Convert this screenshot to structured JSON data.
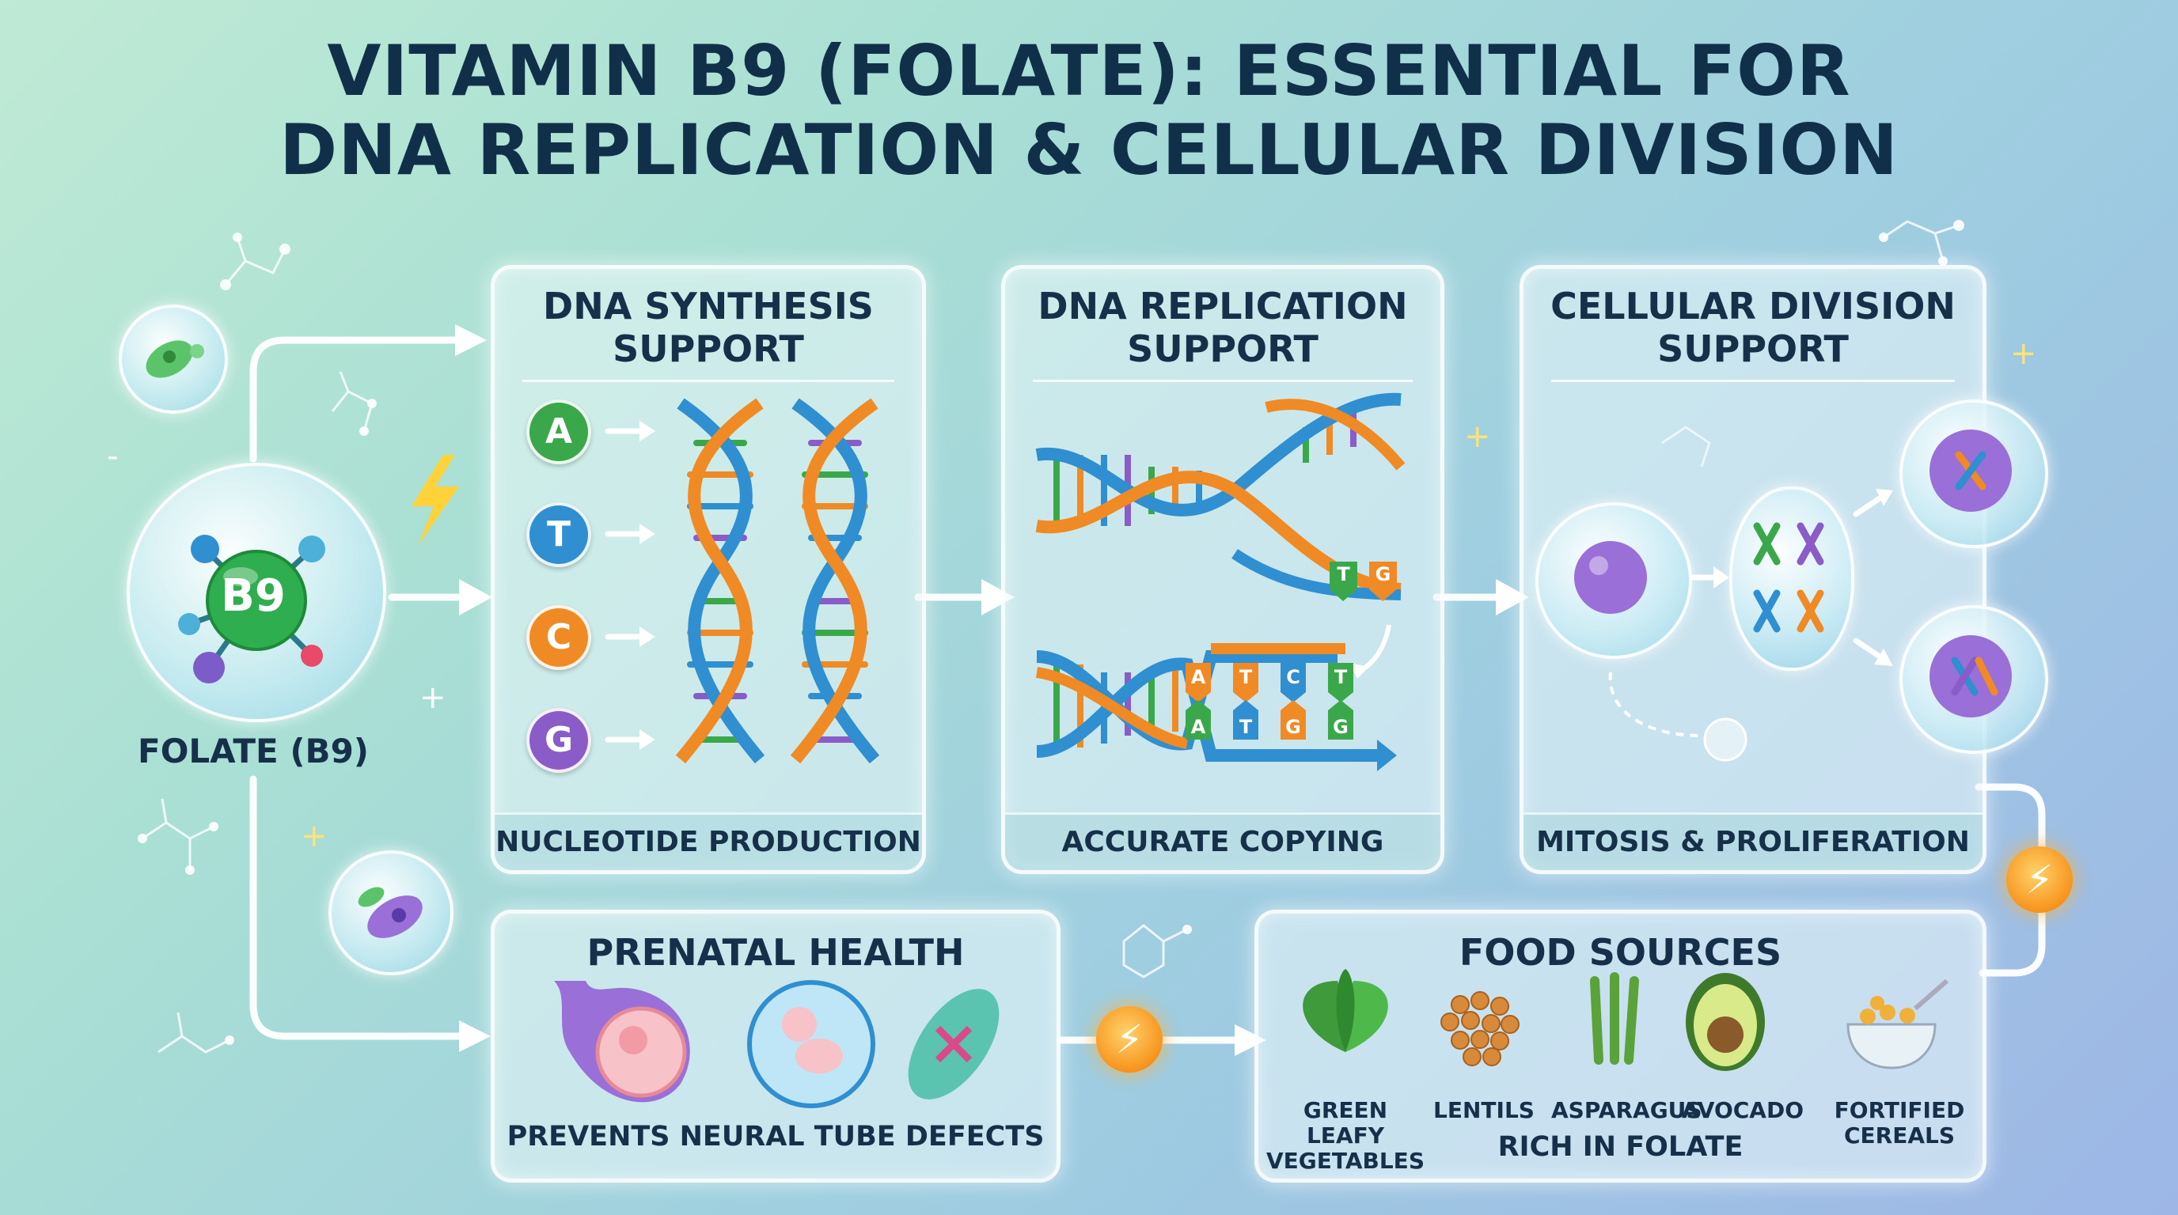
{
  "title": {
    "line1": "VITAMIN B9 (FOLATE): ESSENTIAL FOR",
    "line2": "DNA REPLICATION & CELLULAR DIVISION"
  },
  "folate": {
    "badge": "B9",
    "label": "FOLATE (B9)"
  },
  "panels": {
    "synthesis": {
      "title_line1": "DNA SYNTHESIS",
      "title_line2": "SUPPORT",
      "footer": "NUCLEOTIDE PRODUCTION",
      "nucleotides": [
        {
          "letter": "A",
          "color": "#3aa84a"
        },
        {
          "letter": "T",
          "color": "#2f8fd0"
        },
        {
          "letter": "C",
          "color": "#f08a24"
        },
        {
          "letter": "G",
          "color": "#8a5cc8"
        }
      ]
    },
    "replication": {
      "title_line1": "DNA REPLICATION",
      "title_line2": "SUPPORT",
      "footer": "ACCURATE COPYING",
      "top_bases": [
        "T",
        "G"
      ],
      "lower_top_bases": [
        "A",
        "T",
        "C",
        "T"
      ],
      "lower_bottom_bases": [
        "A",
        "T",
        "G",
        "G"
      ]
    },
    "division": {
      "title_line1": "CELLULAR DIVISION",
      "title_line2": "SUPPORT",
      "footer": "MITOSIS & PROLIFERATION"
    },
    "prenatal": {
      "title": "PRENATAL HEALTH",
      "footer": "PREVENTS NEURAL TUBE DEFECTS"
    },
    "food": {
      "title": "FOOD SOURCES",
      "footer": "RICH IN FOLATE",
      "items": [
        {
          "line1": "GREEN LEAFY",
          "line2": "VEGETABLES",
          "icon": "spinach-icon"
        },
        {
          "line1": "LENTILS",
          "line2": "",
          "icon": "lentils-icon"
        },
        {
          "line1": "ASPARAGUS",
          "line2": "",
          "icon": "asparagus-icon"
        },
        {
          "line1": "AVOCADO",
          "line2": "",
          "icon": "avocado-icon"
        },
        {
          "line1": "FORTIFIED",
          "line2": "CEREALS",
          "icon": "cereal-bowl-icon"
        }
      ]
    }
  },
  "colors": {
    "title": "#10304a",
    "b9_green": "#2fae4f",
    "bolt_orange": "#f7941d",
    "strand_blue": "#2f8fd0",
    "strand_orange": "#f08a24"
  }
}
